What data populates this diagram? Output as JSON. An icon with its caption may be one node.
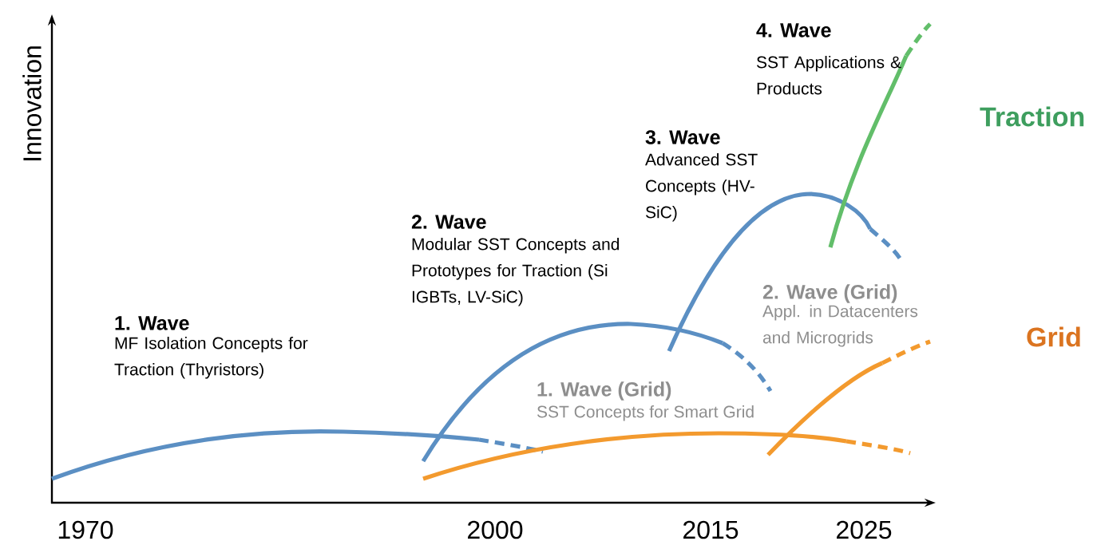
{
  "diagram": {
    "labels": [
      "Innovation",
      "4. Wave",
      "SST Applications & Products",
      "Traction",
      "3. Wave",
      "Advanced SST Concepts (HV-SiC)",
      "2. Wave",
      "Modular SST Concepts and Prototypes for Traction (Si IGBTs, LV-SiC)",
      "2. Wave (Grid)",
      "Appl. in Datacenters and Microgrids",
      "Grid",
      "1. Wave",
      "MF Isolation Concepts for Traction (Thyristors)",
      "1. Wave (Grid)",
      "SST Concepts for Smart Grid",
      "1970",
      "2000",
      "2015",
      "2025"
    ]
  }
}
